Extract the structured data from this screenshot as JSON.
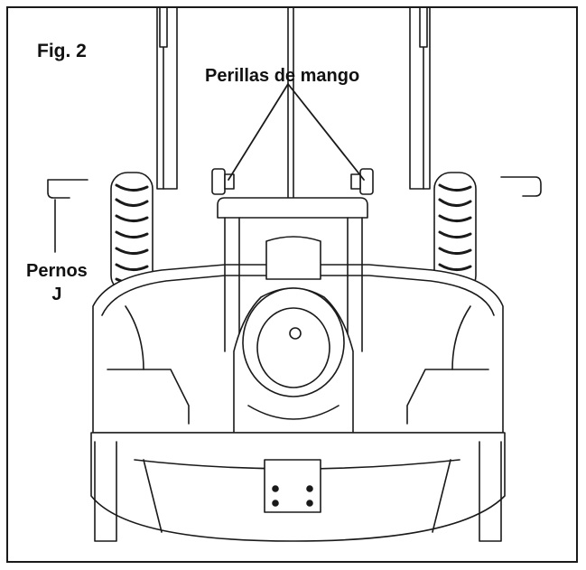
{
  "figure": {
    "label": "Fig. 2"
  },
  "labels": {
    "handle_knobs": "Perillas de mango",
    "j_bolts_line1": "Pernos",
    "j_bolts_line2": "J"
  },
  "colors": {
    "ink": "#1a1a1a",
    "background": "#ffffff"
  },
  "icons": [
    "snow-blower-front-view",
    "tire",
    "handle-knob",
    "j-bolt"
  ]
}
